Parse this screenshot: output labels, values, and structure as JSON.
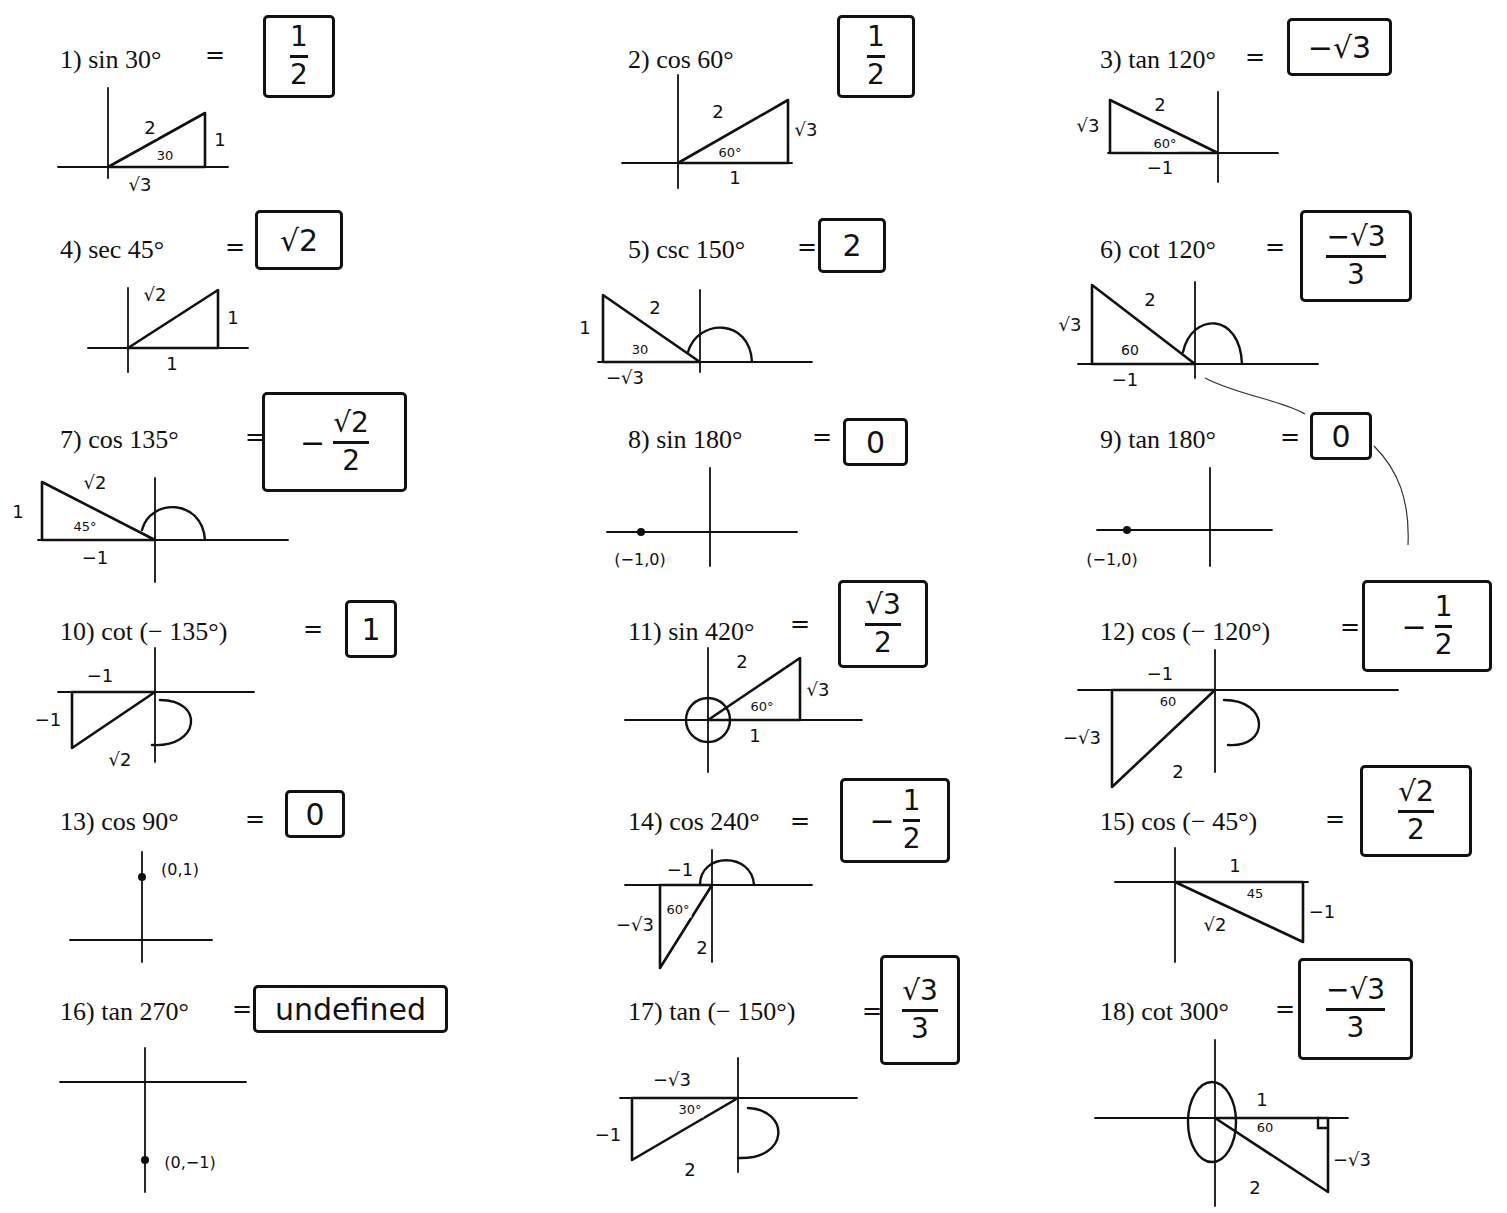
{
  "diagram": {
    "nodes": [
      {
        "text": [
          "1",
          "2"
        ]
      },
      {
        "text": [
          "1",
          "2"
        ]
      },
      {
        "text": [
          "−√3"
        ]
      },
      {
        "text": [
          "√2"
        ]
      },
      {
        "text": [
          "2"
        ]
      },
      {
        "text": [
          "−√3",
          "3"
        ]
      },
      {
        "text": [
          "−",
          "√2",
          "2"
        ]
      },
      {
        "text": [
          "0"
        ]
      },
      {
        "text": [
          "0"
        ]
      },
      {
        "text": [
          "1"
        ]
      },
      {
        "text": [
          "√3",
          "2"
        ]
      },
      {
        "text": [
          "−",
          "1",
          "2"
        ]
      },
      {
        "text": [
          "0"
        ]
      },
      {
        "text": [
          "−",
          "1",
          "2"
        ]
      },
      {
        "text": [
          "√2",
          "2"
        ]
      },
      {
        "text": [
          "undefined"
        ]
      },
      {
        "text": [
          "√3",
          "3"
        ]
      },
      {
        "text": [
          "−√3",
          "3"
        ]
      }
    ],
    "labels": [
      "1) sin 30°",
      "=",
      "2",
      "30",
      "1",
      "√3",
      "2) cos 60°",
      "2",
      "60°",
      "√3",
      "1",
      "3) tan 120°",
      "=",
      "√3",
      "2",
      "60°",
      "−1",
      "4) sec 45°",
      "=",
      "√2",
      "1",
      "1",
      "5) csc 150°",
      "=",
      "1",
      "2",
      "30",
      "−√3",
      "6) cot 120°",
      "=",
      "√3",
      "2",
      "60",
      "−1",
      "7) cos 135°",
      "=",
      "1",
      "√2",
      "45°",
      "−1",
      "8) sin 180°",
      "=",
      "(−1,0)",
      "9) tan 180°",
      "=",
      "(−1,0)",
      "10) cot (− 135°)",
      "=",
      "−1",
      "−1",
      "√2",
      "11) sin 420°",
      "=",
      "2",
      "60°",
      "√3",
      "1",
      "12) cos (− 120°)",
      "=",
      "−1",
      "60",
      "−√3",
      "2",
      "13) cos 90°",
      "=",
      "(0,1)",
      "14) cos 240°",
      "=",
      "−1",
      "60°",
      "−√3",
      "2",
      "15) cos (− 45°)",
      "=",
      "1",
      "45",
      "−1",
      "√2",
      "16) tan 270°",
      "=",
      "(0,−1)",
      "17) tan (− 150°)",
      "=",
      "−√3",
      "30°",
      "−1",
      "2",
      "18) cot 300°",
      "=",
      "1",
      "60",
      "−√3",
      "2"
    ]
  }
}
